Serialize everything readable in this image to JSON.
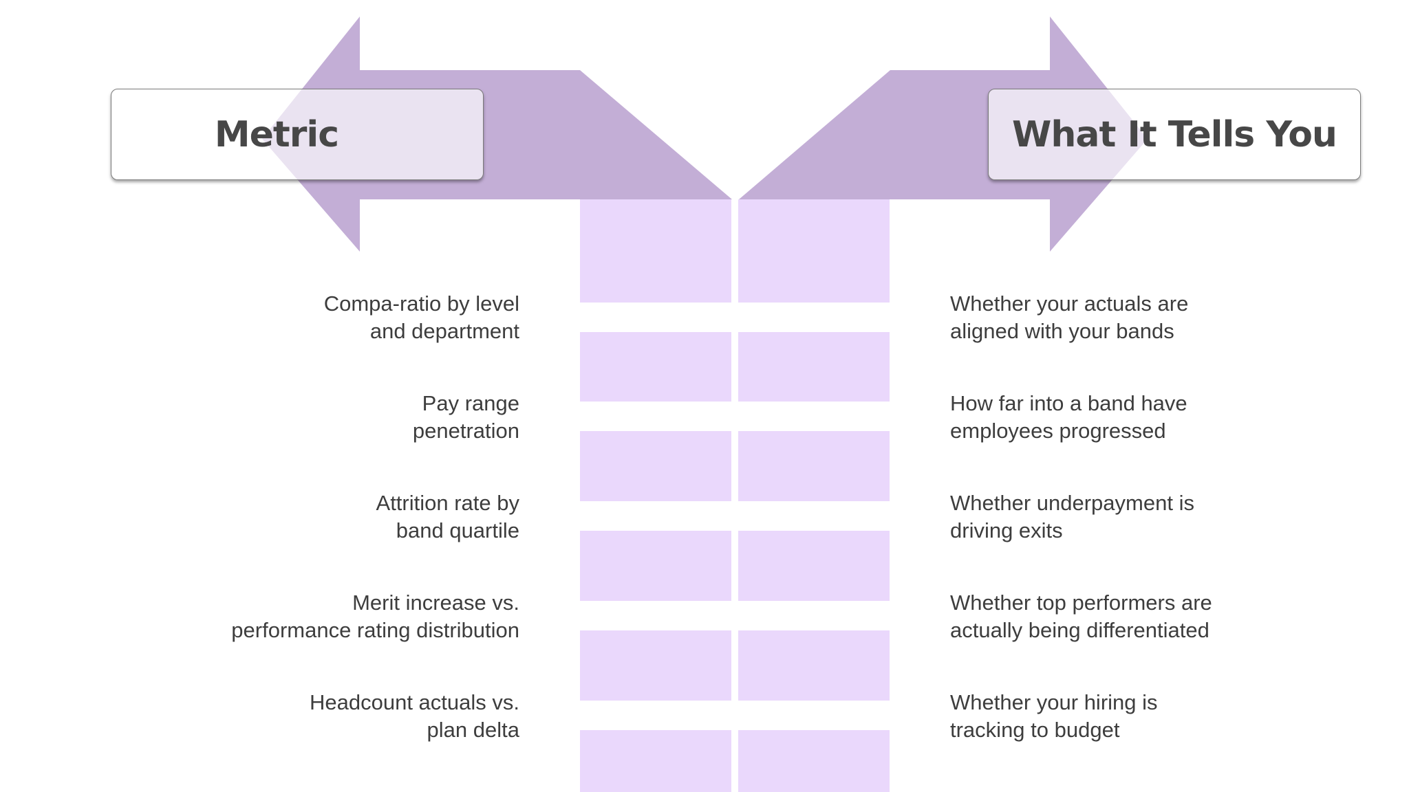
{
  "colors": {
    "arrow": "#c3aed6",
    "block": "#ead8fc",
    "text": "#3d3d3d",
    "header_text": "#474747"
  },
  "headers": {
    "left": "Metric",
    "right": "What It Tells You"
  },
  "rows": [
    {
      "metric": [
        "Compa-ratio by level",
        "and department"
      ],
      "meaning": [
        "Whether your actuals are",
        "aligned with your bands"
      ]
    },
    {
      "metric": [
        "Pay range",
        "penetration"
      ],
      "meaning": [
        "How far into a band have",
        "employees progressed"
      ]
    },
    {
      "metric": [
        "Attrition rate by",
        "band quartile"
      ],
      "meaning": [
        "Whether underpayment is",
        "driving exits"
      ]
    },
    {
      "metric": [
        "Merit increase vs.",
        "performance rating distribution"
      ],
      "meaning": [
        "Whether top performers are",
        "actually being differentiated"
      ]
    },
    {
      "metric": [
        "Headcount actuals vs.",
        "plan delta"
      ],
      "meaning": [
        "Whether your hiring is",
        "tracking to budget"
      ]
    }
  ]
}
